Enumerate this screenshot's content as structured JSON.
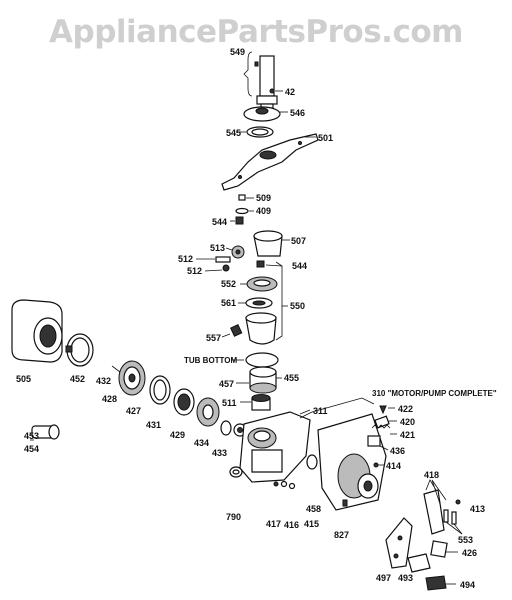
{
  "watermark": "AppliancePartsPros.com",
  "captions": {
    "tub_bottom": "TUB BOTTOM",
    "motor_pump": "310 \"MOTOR/PUMP COMPLETE\""
  },
  "labels": [
    {
      "id": "549",
      "text": "549"
    },
    {
      "id": "42",
      "text": "42"
    },
    {
      "id": "546",
      "text": "546"
    },
    {
      "id": "545",
      "text": "545"
    },
    {
      "id": "501",
      "text": "501"
    },
    {
      "id": "509",
      "text": "509"
    },
    {
      "id": "409",
      "text": "409"
    },
    {
      "id": "544a",
      "text": "544"
    },
    {
      "id": "507",
      "text": "507"
    },
    {
      "id": "513",
      "text": "513"
    },
    {
      "id": "512a",
      "text": "512"
    },
    {
      "id": "512b",
      "text": "512"
    },
    {
      "id": "544b",
      "text": "544"
    },
    {
      "id": "552",
      "text": "552"
    },
    {
      "id": "561",
      "text": "561"
    },
    {
      "id": "550",
      "text": "550"
    },
    {
      "id": "557",
      "text": "557"
    },
    {
      "id": "455",
      "text": "455"
    },
    {
      "id": "457",
      "text": "457"
    },
    {
      "id": "511",
      "text": "511"
    },
    {
      "id": "311",
      "text": "311"
    },
    {
      "id": "505",
      "text": "505"
    },
    {
      "id": "452",
      "text": "452"
    },
    {
      "id": "432",
      "text": "432"
    },
    {
      "id": "428",
      "text": "428"
    },
    {
      "id": "427",
      "text": "427"
    },
    {
      "id": "431",
      "text": "431"
    },
    {
      "id": "429",
      "text": "429"
    },
    {
      "id": "434",
      "text": "434"
    },
    {
      "id": "433",
      "text": "433"
    },
    {
      "id": "453",
      "text": "453"
    },
    {
      "id": "454",
      "text": "454"
    },
    {
      "id": "790",
      "text": "790"
    },
    {
      "id": "417",
      "text": "417"
    },
    {
      "id": "416",
      "text": "416"
    },
    {
      "id": "415",
      "text": "415"
    },
    {
      "id": "458",
      "text": "458"
    },
    {
      "id": "827",
      "text": "827"
    },
    {
      "id": "422",
      "text": "422"
    },
    {
      "id": "420",
      "text": "420"
    },
    {
      "id": "421",
      "text": "421"
    },
    {
      "id": "436",
      "text": "436"
    },
    {
      "id": "414",
      "text": "414"
    },
    {
      "id": "418",
      "text": "418"
    },
    {
      "id": "413",
      "text": "413"
    },
    {
      "id": "553",
      "text": "553"
    },
    {
      "id": "426",
      "text": "426"
    },
    {
      "id": "497",
      "text": "497"
    },
    {
      "id": "493",
      "text": "493"
    },
    {
      "id": "494",
      "text": "494"
    }
  ]
}
